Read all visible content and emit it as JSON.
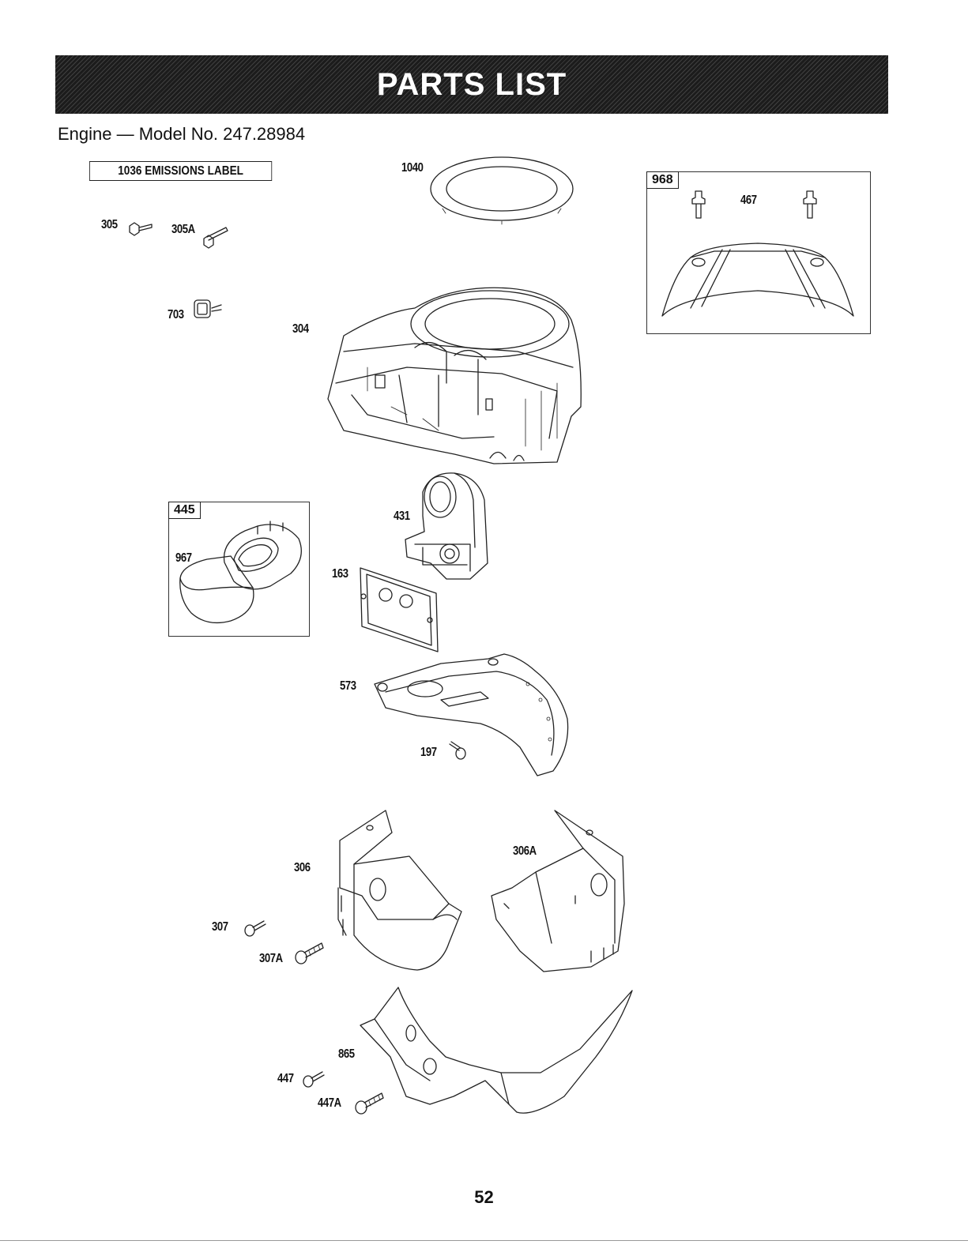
{
  "header": {
    "banner_title": "PARTS LIST",
    "subtitle": "Engine — Model No. 247.28984"
  },
  "emissions_label": "1036 EMISSIONS LABEL",
  "parts": {
    "p305": "305",
    "p305A": "305A",
    "p703": "703",
    "p304": "304",
    "p1040": "1040",
    "p968": "968",
    "p467": "467",
    "p445": "445",
    "p967": "967",
    "p431": "431",
    "p163": "163",
    "p573": "573",
    "p197": "197",
    "p306": "306",
    "p306A": "306A",
    "p307": "307",
    "p307A": "307A",
    "p865": "865",
    "p447": "447",
    "p447A": "447A"
  },
  "footer": {
    "page_number": "52"
  }
}
